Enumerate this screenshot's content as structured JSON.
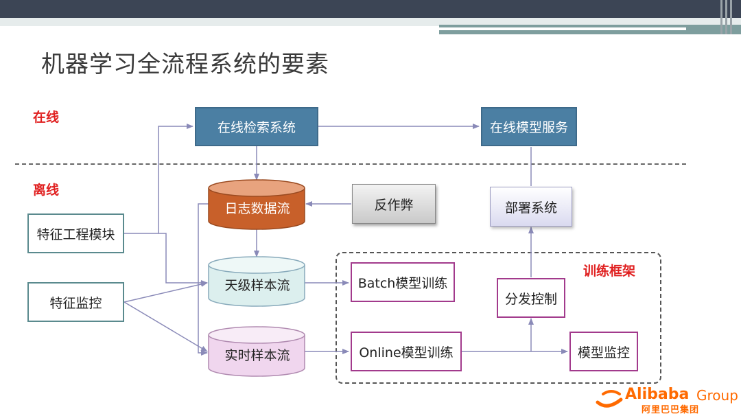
{
  "title": "机器学习全流程系统的要素",
  "zones": {
    "online": "在线",
    "offline": "离线"
  },
  "framework_label": "训练框架",
  "nodes": {
    "online_search": "在线检索系统",
    "online_model_service": "在线模型服务",
    "log_stream": "日志数据流",
    "anti_cheat": "反作弊",
    "deploy_system": "部署系统",
    "feature_engineering": "特征工程模块",
    "feature_monitor": "特征监控",
    "daily_sample_stream": "天级样本流",
    "realtime_sample_stream": "实时样本流",
    "batch_training": "Batch模型训练",
    "online_training": "Online模型训练",
    "dispatch_control": "分发控制",
    "model_monitor": "模型监控"
  },
  "logo": {
    "en": "Alibaba",
    "group": "Group",
    "cn": "阿里巴巴集团"
  },
  "colors": {
    "accent_red": "#e02020",
    "node_blue": "#4b7fa3",
    "log_orange": "#c8602a",
    "daily_teal": "#dcefee",
    "realtime_pink": "#f0d6ee",
    "brand_orange": "#ff6a00"
  }
}
